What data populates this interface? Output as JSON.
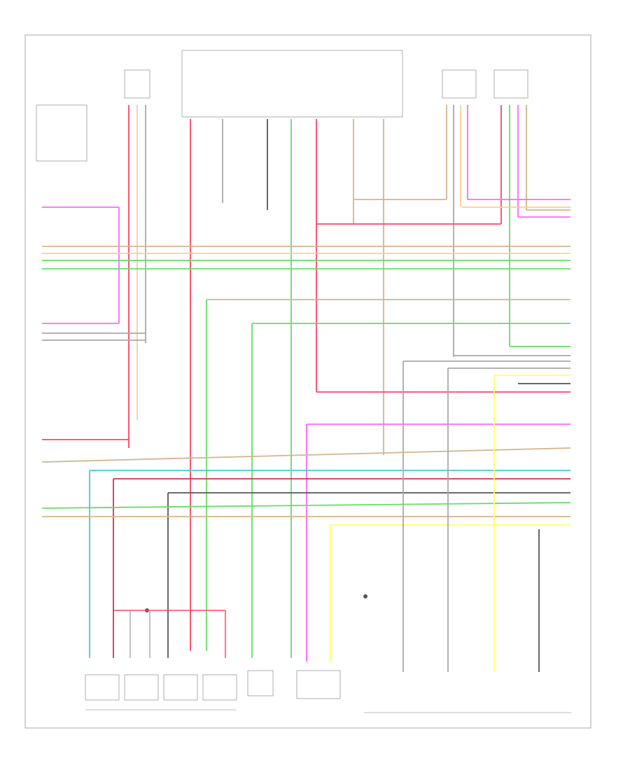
{
  "diagram": {
    "footer_code": "",
    "colors": {
      "pink": "#ff66ff",
      "red": "#ff4466",
      "orange": "#ffcc99",
      "green": "#66dd66",
      "tan": "#d2b48c",
      "gray": "#aaaaaa",
      "black": "#555555",
      "yellow": "#ffff66",
      "cyan": "#44cccc",
      "darkred": "#cc3355"
    },
    "components": [
      {
        "id": "fuel-injectors",
        "label": ""
      },
      {
        "id": "camshaft-sensor",
        "label": ""
      },
      {
        "id": "ignition-coil-module",
        "label": ""
      },
      {
        "id": "knock-sensor",
        "label": ""
      }
    ]
  }
}
